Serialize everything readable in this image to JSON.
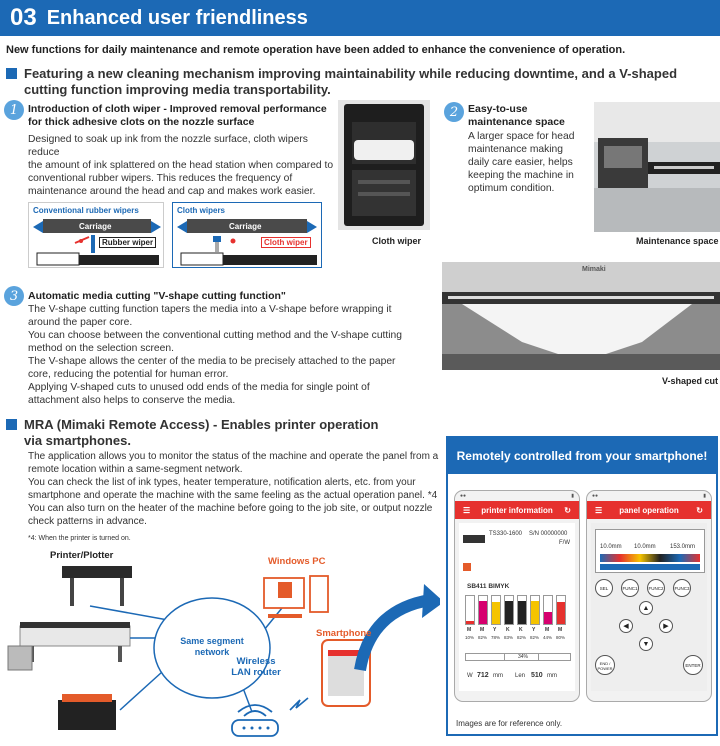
{
  "header": {
    "number": "03",
    "title": "Enhanced user friendliness"
  },
  "lead": "New functions for daily maintenance and remote operation have been added to enhance the convenience of operation.",
  "section1": {
    "heading_line1": "Featuring a new cleaning mechanism improving maintainability while reducing downtime, and a V-shaped",
    "heading_line2": "cutting function improving media transportability."
  },
  "item1": {
    "num": "1",
    "title_line1": "Introduction of cloth wiper - Improved removal performance",
    "title_line2": "for thick adhesive clots on the nozzle surface",
    "body": [
      "Designed to soak up ink from the nozzle surface, cloth wipers reduce",
      "the amount of ink splattered on the head station when compared to",
      "conventional rubber wipers. This reduces the frequency of",
      "maintenance around the head and cap and makes work easier."
    ],
    "diagram_conventional": {
      "label": "Conventional rubber wipers",
      "carriage": "Carriage",
      "wiper": "Rubber wiper"
    },
    "diagram_cloth": {
      "label": "Cloth wipers",
      "carriage": "Carriage",
      "wiper": "Cloth wiper"
    },
    "photo_caption": "Cloth wiper"
  },
  "item2": {
    "num": "2",
    "title_line1": "Easy-to-use",
    "title_line2": "maintenance space",
    "body": [
      "A larger space for head",
      "maintenance making",
      "daily care easier, helps",
      "keeping the machine in",
      "optimum condition."
    ],
    "photo_caption": "Maintenance space"
  },
  "item3": {
    "num": "3",
    "title": "Automatic media cutting \"V-shape cutting function\"",
    "body": [
      "The V-shape cutting function tapers the media into a V-shape before wrapping it",
      "around the paper core.",
      "You can choose between the conventional cutting method and the V-shape cutting",
      "method on the selection screen.",
      "The V-shape allows the center of the media to be precisely attached to the paper",
      "core, reducing the potential for human error.",
      "Applying V-shaped cuts to unused odd ends of the media for single point of",
      "attachment also helps to conserve the media."
    ],
    "photo_caption": "V-shaped cut",
    "brand": "Mimaki"
  },
  "section2": {
    "heading_line1": "MRA (Mimaki Remote Access) - Enables printer operation",
    "heading_line2": "via smartphones.",
    "body": [
      "The application allows you to monitor the status of the machine and operate the panel from a",
      "remote location within a same-segment network.",
      "You can check the list of ink types, heater temperature, notification alerts, etc. from your",
      "smartphone and operate the machine with the same feeling as the actual operation panel. *4",
      "You can also turn on the heater of the machine before going to the job site, or output nozzle",
      "check patterns in advance."
    ],
    "footnote": "*4: When the printer is turned on.",
    "diagram": {
      "printer_label": "Printer/Plotter",
      "network_label_line1": "Same segment",
      "network_label_line2": "network",
      "pc_label": "Windows PC",
      "phone_label": "Smartphone",
      "router_label_line1": "Wireless",
      "router_label_line2": "LAN router"
    }
  },
  "remote_panel": {
    "title": "Remotely controlled from your smartphone!",
    "note": "Images are for reference only.",
    "phone1": {
      "bar_title": "printer information",
      "model": "TS330-1600",
      "serial": "S/N 00000000",
      "fw": "F/W",
      "ink": "SB411  BIMYK",
      "ink_letters": [
        "M",
        "M",
        "Y",
        "K",
        "K",
        "Y",
        "M",
        "M"
      ],
      "ink_levels": [
        "10%",
        "82%",
        "78%",
        "83%",
        "82%",
        "82%",
        "44%",
        "80%"
      ],
      "waste": "34%",
      "width_label": "W",
      "width_value": "712",
      "width_unit": "mm",
      "length_label": "Len",
      "length_value": "510",
      "length_unit": "mm"
    },
    "phone2": {
      "bar_title": "panel operation",
      "temps": [
        "10.0mm",
        "10.0mm",
        "153.0mm"
      ],
      "buttons": [
        "SEL",
        "FUNC1",
        "FUNC2",
        "FUNC3",
        "END / POWER",
        "ENTER"
      ]
    },
    "colors": {
      "accent": "#1c69b5",
      "app_red": "#e6312e",
      "diagram_orange": "#e45b2a"
    }
  }
}
